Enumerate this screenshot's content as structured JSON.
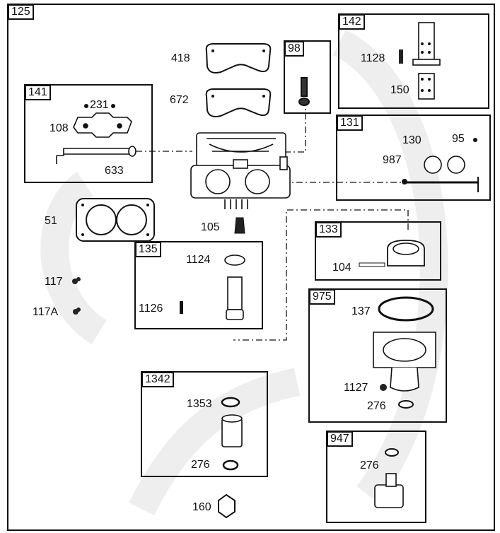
{
  "diagram": {
    "main_tag": "125",
    "groups": [
      {
        "id": "g141",
        "tag": "141",
        "parts": [
          "231",
          "108",
          "633"
        ]
      },
      {
        "id": "g98",
        "tag": "98",
        "parts": []
      },
      {
        "id": "g142",
        "tag": "142",
        "parts": [
          "1128",
          "150"
        ]
      },
      {
        "id": "g131",
        "tag": "131",
        "parts": [
          "130",
          "95",
          "987"
        ]
      },
      {
        "id": "g133",
        "tag": "133",
        "parts": [
          "104"
        ]
      },
      {
        "id": "g135",
        "tag": "135",
        "parts": [
          "1124",
          "1126"
        ]
      },
      {
        "id": "g975",
        "tag": "975",
        "parts": [
          "137",
          "1127",
          "276"
        ]
      },
      {
        "id": "g1342",
        "tag": "1342",
        "parts": [
          "1353",
          "276"
        ]
      },
      {
        "id": "g947",
        "tag": "947",
        "parts": [
          "276"
        ]
      }
    ],
    "loose_parts": [
      "418",
      "672",
      "51",
      "105",
      "117",
      "117A",
      "160"
    ]
  }
}
